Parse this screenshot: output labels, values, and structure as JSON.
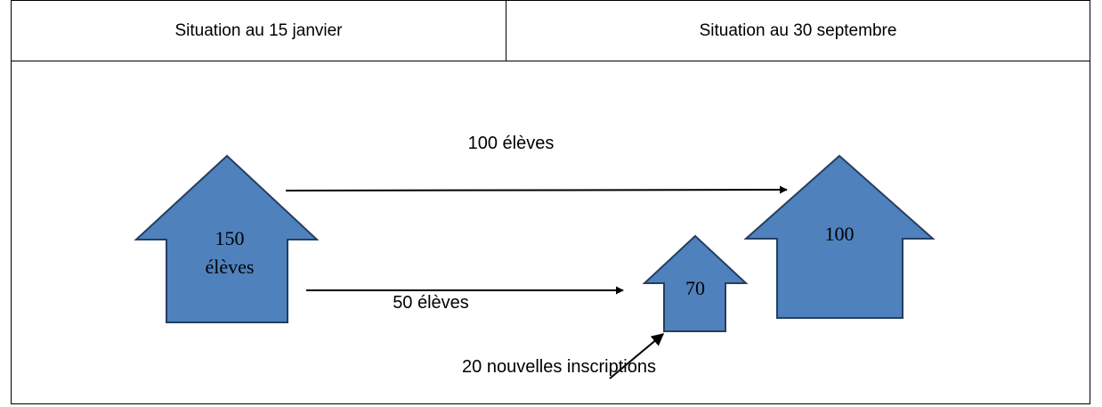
{
  "header": {
    "left_label": "Situation au 15 janvier",
    "right_label": "Situation au 30 septembre"
  },
  "houses": {
    "source_line1": "150",
    "source_line2": "élèves",
    "middle": "70",
    "destination": "100"
  },
  "arrows": {
    "top_label": "100 élèves",
    "bottom_label": "50 élèves",
    "new_label": "20 nouvelles inscriptions"
  },
  "colors": {
    "house_fill": "#4f81bd",
    "house_stroke": "#243f60"
  }
}
